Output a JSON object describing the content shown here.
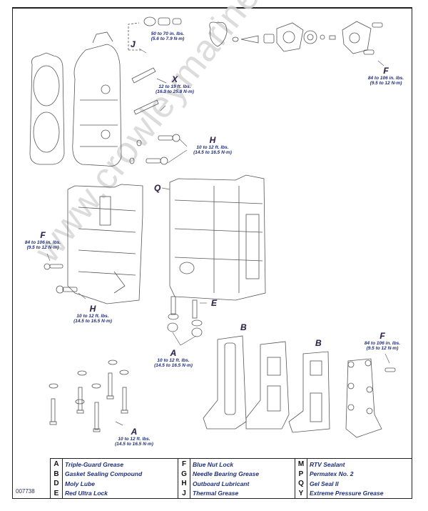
{
  "figure": {
    "number": "007738",
    "watermark": "www.crowleymarine.com"
  },
  "callouts": {
    "top_torque": {
      "letter": "",
      "line1": "50 to 70 in. lbs.",
      "line2": "(5.6 to 7.9 N·m)"
    },
    "J": {
      "letter": "J"
    },
    "X": {
      "letter": "X",
      "line1": "12 to 19 ft. lbs.",
      "line2": "(16.3 to 25.8 N·m)"
    },
    "H_top": {
      "letter": "H",
      "line1": "10 to 12 ft. lbs.",
      "line2": "(14.5 to 16.5 N·m)"
    },
    "F_top_right": {
      "letter": "F",
      "line1": "84 to 106 in. lbs.",
      "line2": "(9.5 to 12 N·m)"
    },
    "Q": {
      "letter": "Q"
    },
    "F_left": {
      "letter": "F",
      "line1": "84 to 106 in. lbs.",
      "line2": "(9.5 to 12 N·m)"
    },
    "H_left": {
      "letter": "H",
      "line1": "10 to 12 ft. lbs.",
      "line2": "(14.5 to 16.5 N·m)"
    },
    "E": {
      "letter": "E"
    },
    "A_mid": {
      "letter": "A",
      "line1": "10 to 12 ft. lbs.",
      "line2": "(14.5 to 16.5 N·m)"
    },
    "B_1": {
      "letter": "B"
    },
    "B_2": {
      "letter": "B"
    },
    "F_bottom_right": {
      "letter": "F",
      "line1": "84 to 106 in. lbs.",
      "line2": "(9.5 to 12 N·m)"
    },
    "A_bottom": {
      "letter": "A",
      "line1": "10 to 12 ft. lbs.",
      "line2": "(14.5 to 16.5 N·m)"
    }
  },
  "legend": {
    "columns": [
      {
        "items": [
          {
            "key": "A",
            "label": "Triple-Guard Grease"
          },
          {
            "key": "B",
            "label": "Gasket Sealing Compound"
          },
          {
            "key": "D",
            "label": "Moly Lube"
          },
          {
            "key": "E",
            "label": "Red Ultra Lock"
          }
        ]
      },
      {
        "items": [
          {
            "key": "F",
            "label": "Blue Nut Lock"
          },
          {
            "key": "G",
            "label": "Needle Bearing Grease"
          },
          {
            "key": "H",
            "label": "Outboard Lubricant"
          },
          {
            "key": "J",
            "label": "Thermal Grease"
          }
        ]
      },
      {
        "items": [
          {
            "key": "M",
            "label": "RTV Sealant"
          },
          {
            "key": "P",
            "label": "Permatex No. 2"
          },
          {
            "key": "Q",
            "label": "Gel Seal II"
          },
          {
            "key": "Y",
            "label": "Extreme Pressure Grease"
          }
        ]
      }
    ]
  }
}
